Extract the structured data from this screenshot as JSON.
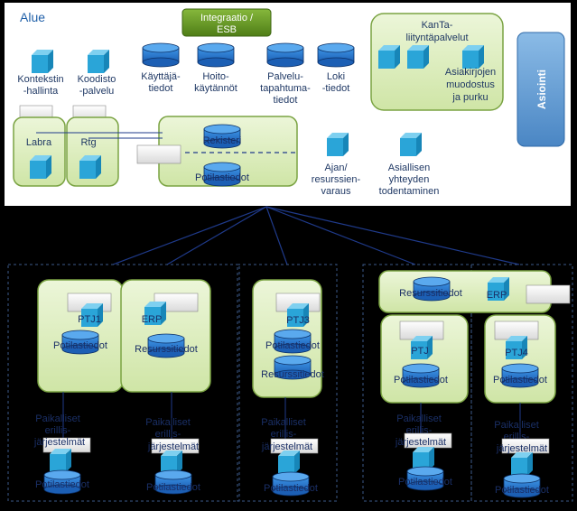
{
  "alue": "Alue",
  "integraatio": [
    "Integraatio /",
    "ESB"
  ],
  "kanta": [
    "KanTa-",
    "liityntäpalvelut"
  ],
  "asiakirjojen": [
    "Asiakirjojen",
    "muodostus",
    "ja purku"
  ],
  "asiointi": "Asiointi",
  "kontekstin": [
    "Kontekstin",
    "-hallinta"
  ],
  "koodisto": [
    "Koodisto",
    "-palvelu"
  ],
  "kayttaja": [
    "Käyttäjä-",
    "tiedot"
  ],
  "hoito": [
    "Hoito-",
    "käytännöt"
  ],
  "palvelu": [
    "Palvelu-",
    "tapahtuma-",
    "tiedot"
  ],
  "loki": [
    "Loki",
    "-tiedot"
  ],
  "labra": "Labra",
  "rtg": "Rtg",
  "rekisteri": "Rekisteri",
  "potilastiedot": "Potilastiedot",
  "ajan": [
    "Ajan/",
    "resurssien-",
    "varaus"
  ],
  "asiallisen": [
    "Asiallisen",
    "yhteyden",
    "todentaminen"
  ],
  "ptj1": "PTJ1",
  "erp": "ERP",
  "resurssitiedot": "Resurssitiedot",
  "ptj3": "PTJ3",
  "ptj": "PTJ",
  "ptj4": "PTJ4",
  "paikalliset": [
    "Paikalliset",
    "erillis-",
    "järjestelmät"
  ],
  "colors": {
    "green_box": "#d8ebb5",
    "green_border": "#7aa342",
    "esb": "#5f8f1f",
    "cube": "#2aa5d8",
    "cylinder": "#2a7fd8",
    "asiointi": "#5b9bd5",
    "line": "#1f3a8a"
  }
}
